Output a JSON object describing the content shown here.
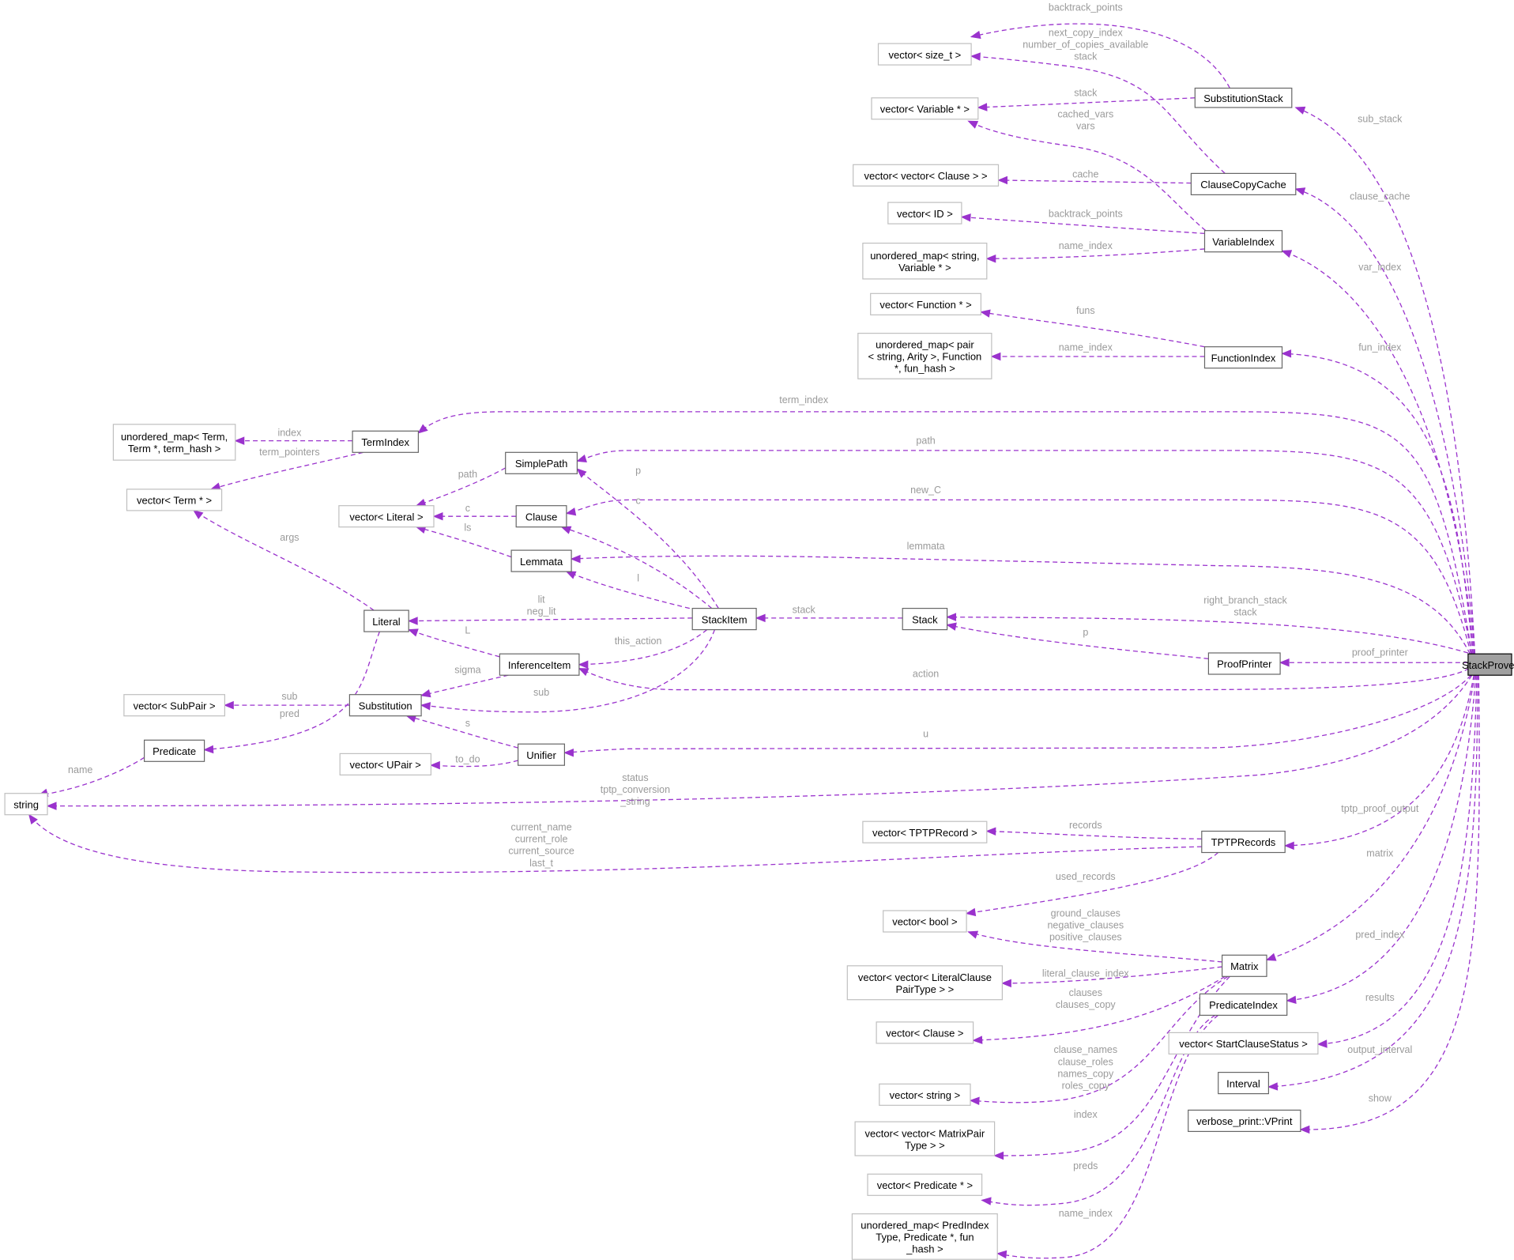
{
  "title": "",
  "colors": {
    "edge": "#9a32cd",
    "edge_label": "#9a9a9a",
    "node_border": "#666666",
    "external_node_border": "#bfbfbf",
    "highlight_node_fill": "#a0a0a0"
  },
  "nodes": [
    {
      "id": "StackProver",
      "lines": [
        "StackProver"
      ],
      "kind": "highlight"
    },
    {
      "id": "vec_size_t",
      "lines": [
        "vector< size_t >"
      ],
      "kind": "external"
    },
    {
      "id": "SubstitutionStack",
      "lines": [
        "SubstitutionStack"
      ],
      "kind": "class"
    },
    {
      "id": "vec_Variable",
      "lines": [
        "vector< Variable * >"
      ],
      "kind": "external"
    },
    {
      "id": "ClauseCopyCache",
      "lines": [
        "ClauseCopyCache"
      ],
      "kind": "class"
    },
    {
      "id": "vec_vec_Clause",
      "lines": [
        "vector< vector< Clause > >"
      ],
      "kind": "external"
    },
    {
      "id": "vec_ID",
      "lines": [
        "vector< ID >"
      ],
      "kind": "external"
    },
    {
      "id": "VariableIndex",
      "lines": [
        "VariableIndex"
      ],
      "kind": "class"
    },
    {
      "id": "umap_string_Variable",
      "lines": [
        "unordered_map< string,",
        "Variable * >"
      ],
      "kind": "external"
    },
    {
      "id": "vec_Function",
      "lines": [
        "vector< Function * >"
      ],
      "kind": "external"
    },
    {
      "id": "umap_pair_Function",
      "lines": [
        "unordered_map< pair",
        "< string, Arity >, Function",
        "*, fun_hash >"
      ],
      "kind": "external"
    },
    {
      "id": "FunctionIndex",
      "lines": [
        "FunctionIndex"
      ],
      "kind": "class"
    },
    {
      "id": "umap_Term",
      "lines": [
        "unordered_map< Term,",
        "Term *, term_hash >"
      ],
      "kind": "external"
    },
    {
      "id": "TermIndex",
      "lines": [
        "TermIndex"
      ],
      "kind": "class"
    },
    {
      "id": "vec_Term",
      "lines": [
        "vector< Term * >"
      ],
      "kind": "external"
    },
    {
      "id": "SimplePath",
      "lines": [
        "SimplePath"
      ],
      "kind": "class"
    },
    {
      "id": "vec_Literal",
      "lines": [
        "vector< Literal >"
      ],
      "kind": "external"
    },
    {
      "id": "Clause",
      "lines": [
        "Clause"
      ],
      "kind": "class"
    },
    {
      "id": "Lemmata",
      "lines": [
        "Lemmata"
      ],
      "kind": "class"
    },
    {
      "id": "Literal",
      "lines": [
        "Literal"
      ],
      "kind": "class"
    },
    {
      "id": "StackItem",
      "lines": [
        "StackItem"
      ],
      "kind": "class"
    },
    {
      "id": "Stack",
      "lines": [
        "Stack"
      ],
      "kind": "class"
    },
    {
      "id": "InferenceItem",
      "lines": [
        "InferenceItem"
      ],
      "kind": "class"
    },
    {
      "id": "ProofPrinter",
      "lines": [
        "ProofPrinter"
      ],
      "kind": "class"
    },
    {
      "id": "vec_SubPair",
      "lines": [
        "vector< SubPair >"
      ],
      "kind": "external"
    },
    {
      "id": "Substitution",
      "lines": [
        "Substitution"
      ],
      "kind": "class"
    },
    {
      "id": "Predicate",
      "lines": [
        "Predicate"
      ],
      "kind": "class"
    },
    {
      "id": "vec_UPair",
      "lines": [
        "vector< UPair >"
      ],
      "kind": "external"
    },
    {
      "id": "Unifier",
      "lines": [
        "Unifier"
      ],
      "kind": "class"
    },
    {
      "id": "string",
      "lines": [
        "string"
      ],
      "kind": "external"
    },
    {
      "id": "vec_TPTPRecord",
      "lines": [
        "vector< TPTPRecord >"
      ],
      "kind": "external"
    },
    {
      "id": "TPTPRecords",
      "lines": [
        "TPTPRecords"
      ],
      "kind": "class"
    },
    {
      "id": "vec_bool",
      "lines": [
        "vector< bool >"
      ],
      "kind": "external"
    },
    {
      "id": "Matrix",
      "lines": [
        "Matrix"
      ],
      "kind": "class"
    },
    {
      "id": "vec_vec_LiteralClause",
      "lines": [
        "vector< vector< LiteralClause",
        "PairType > >"
      ],
      "kind": "external"
    },
    {
      "id": "PredicateIndex",
      "lines": [
        "PredicateIndex"
      ],
      "kind": "class"
    },
    {
      "id": "vec_Clause",
      "lines": [
        "vector< Clause >"
      ],
      "kind": "external"
    },
    {
      "id": "vec_StartClauseStatus",
      "lines": [
        "vector< StartClauseStatus >"
      ],
      "kind": "external"
    },
    {
      "id": "Interval",
      "lines": [
        "Interval"
      ],
      "kind": "class"
    },
    {
      "id": "vec_string",
      "lines": [
        "vector< string >"
      ],
      "kind": "external"
    },
    {
      "id": "VPrint",
      "lines": [
        "verbose_print::VPrint"
      ],
      "kind": "class"
    },
    {
      "id": "vec_vec_MatrixPair",
      "lines": [
        "vector< vector< MatrixPair",
        "Type > >"
      ],
      "kind": "external"
    },
    {
      "id": "vec_Predicate",
      "lines": [
        "vector< Predicate * >"
      ],
      "kind": "external"
    },
    {
      "id": "umap_PredIndex",
      "lines": [
        "unordered_map< PredIndex",
        "Type, Predicate *, fun",
        "_hash >"
      ],
      "kind": "external"
    }
  ],
  "edges": [
    {
      "id": "e_sub_stack",
      "label": [
        "sub_stack"
      ]
    },
    {
      "id": "e_clause_cache",
      "label": [
        "clause_cache"
      ]
    },
    {
      "id": "e_var_index",
      "label": [
        "var_index"
      ]
    },
    {
      "id": "e_fun_index",
      "label": [
        "fun_index"
      ]
    },
    {
      "id": "e_term_index",
      "label": [
        "term_index"
      ]
    },
    {
      "id": "e_path",
      "label": [
        "path"
      ]
    },
    {
      "id": "e_new_C",
      "label": [
        "new_C"
      ]
    },
    {
      "id": "e_lemmata",
      "label": [
        "lemmata"
      ]
    },
    {
      "id": "e_stack",
      "label": [
        "right_branch_stack",
        "stack"
      ]
    },
    {
      "id": "e_proof_printer",
      "label": [
        "proof_printer"
      ]
    },
    {
      "id": "e_action",
      "label": [
        "action"
      ]
    },
    {
      "id": "e_u",
      "label": [
        "u"
      ]
    },
    {
      "id": "e_status",
      "label": [
        "status",
        "tptp_conversion",
        "_string"
      ]
    },
    {
      "id": "e_tptp_proof_output",
      "label": [
        "tptp_proof_output"
      ]
    },
    {
      "id": "e_matrix",
      "label": [
        "matrix"
      ]
    },
    {
      "id": "e_pred_index",
      "label": [
        "pred_index"
      ]
    },
    {
      "id": "e_results",
      "label": [
        "results"
      ]
    },
    {
      "id": "e_output_interval",
      "label": [
        "output_interval"
      ]
    },
    {
      "id": "e_show",
      "label": [
        "show"
      ]
    },
    {
      "id": "e_ss_backtrack",
      "label": [
        "backtrack_points"
      ]
    },
    {
      "id": "e_ss_stack",
      "label": [
        "stack"
      ]
    },
    {
      "id": "e_ccc_size",
      "label": [
        "next_copy_index",
        "number_of_copies_available",
        "stack"
      ]
    },
    {
      "id": "e_ccc_cache",
      "label": [
        "cache"
      ]
    },
    {
      "id": "e_vi_vars",
      "label": [
        "cached_vars",
        "vars"
      ]
    },
    {
      "id": "e_vi_backtrack",
      "label": [
        "backtrack_points"
      ]
    },
    {
      "id": "e_vi_name_index",
      "label": [
        "name_index"
      ]
    },
    {
      "id": "e_fi_funs",
      "label": [
        "funs"
      ]
    },
    {
      "id": "e_fi_name_index",
      "label": [
        "name_index"
      ]
    },
    {
      "id": "e_ti_index",
      "label": [
        "index"
      ]
    },
    {
      "id": "e_ti_term_pointers",
      "label": [
        "term_pointers"
      ]
    },
    {
      "id": "e_sp_path",
      "label": [
        "path"
      ]
    },
    {
      "id": "e_cl_c",
      "label": [
        "c"
      ]
    },
    {
      "id": "e_lem_ls",
      "label": [
        "ls"
      ]
    },
    {
      "id": "e_lit_args",
      "label": [
        "args"
      ]
    },
    {
      "id": "e_lit_pred",
      "label": [
        "pred"
      ]
    },
    {
      "id": "e_si_p",
      "label": [
        "p"
      ]
    },
    {
      "id": "e_si_c",
      "label": [
        "c"
      ]
    },
    {
      "id": "e_si_l",
      "label": [
        "l"
      ]
    },
    {
      "id": "e_si_lit",
      "label": [
        "lit",
        "neg_lit"
      ]
    },
    {
      "id": "e_si_this_action",
      "label": [
        "this_action"
      ]
    },
    {
      "id": "e_si_sub",
      "label": [
        "sub"
      ]
    },
    {
      "id": "e_st_stack",
      "label": [
        "stack"
      ]
    },
    {
      "id": "e_pp_p",
      "label": [
        "p"
      ]
    },
    {
      "id": "e_ii_L",
      "label": [
        "L"
      ]
    },
    {
      "id": "e_ii_sigma",
      "label": [
        "sigma"
      ]
    },
    {
      "id": "e_sb_sub",
      "label": [
        "sub"
      ]
    },
    {
      "id": "e_pr_name",
      "label": [
        "name"
      ]
    },
    {
      "id": "e_un_s",
      "label": [
        "s"
      ]
    },
    {
      "id": "e_un_to_do",
      "label": [
        "to_do"
      ]
    },
    {
      "id": "e_tr_records",
      "label": [
        "records"
      ]
    },
    {
      "id": "e_tr_strings",
      "label": [
        "current_name",
        "current_role",
        "current_source",
        "last_t"
      ]
    },
    {
      "id": "e_tr_used",
      "label": [
        "used_records"
      ]
    },
    {
      "id": "e_mx_bool",
      "label": [
        "ground_clauses",
        "negative_clauses",
        "positive_clauses"
      ]
    },
    {
      "id": "e_mx_lci",
      "label": [
        "literal_clause_index"
      ]
    },
    {
      "id": "e_mx_clauses",
      "label": [
        "clauses",
        "clauses_copy"
      ]
    },
    {
      "id": "e_mx_strings",
      "label": [
        "clause_names",
        "clause_roles",
        "names_copy",
        "roles_copy"
      ]
    },
    {
      "id": "e_mx_index",
      "label": [
        "index"
      ]
    },
    {
      "id": "e_pi_preds",
      "label": [
        "preds"
      ]
    },
    {
      "id": "e_pi_name_index",
      "label": [
        "name_index"
      ]
    }
  ]
}
